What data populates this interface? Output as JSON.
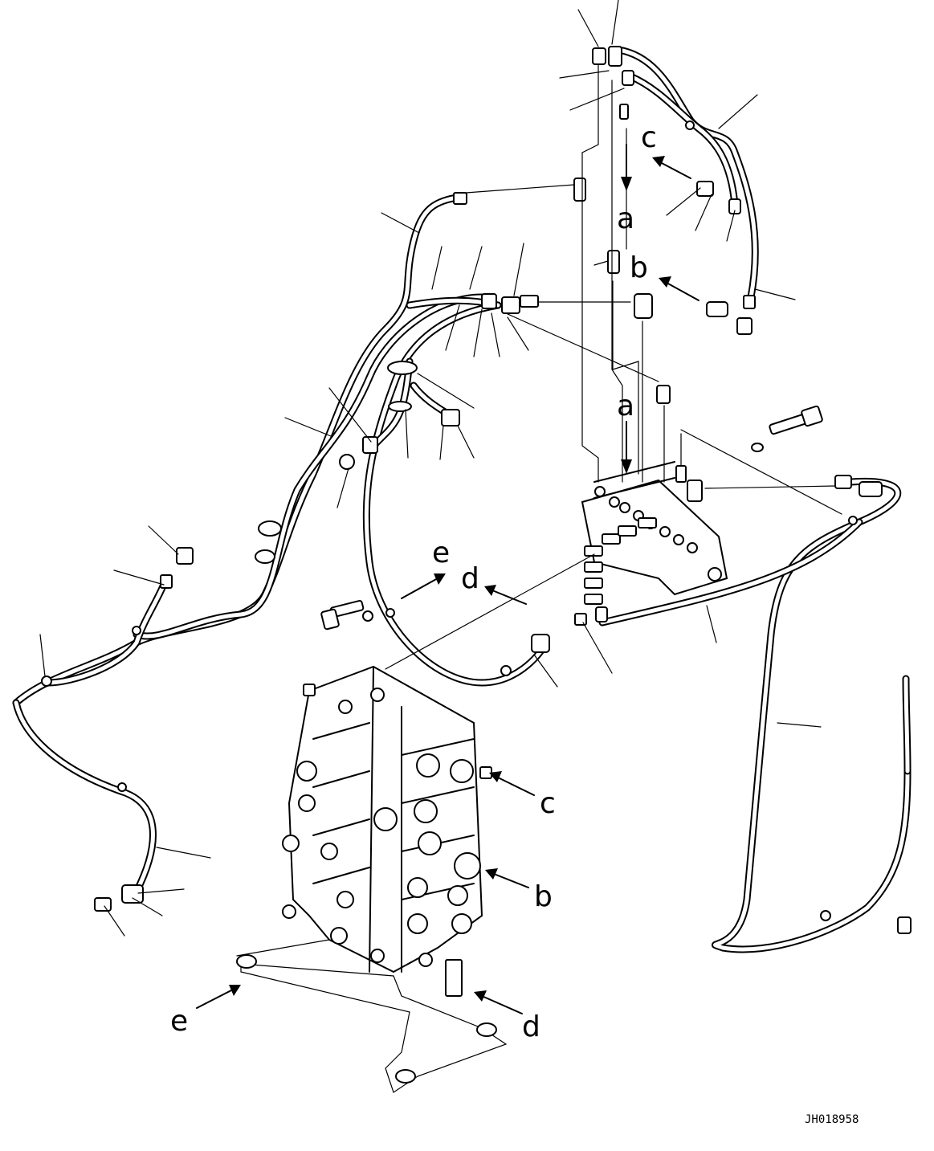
{
  "labels": {
    "a_upper": "a",
    "a_lower": "a",
    "b_upper": "b",
    "b_lower": "b",
    "c_upper": "c",
    "c_lower": "c",
    "d_upper": "d",
    "d_lower": "d",
    "e_upper": "e",
    "e_lower": "e"
  },
  "figure_code": "JH018958"
}
